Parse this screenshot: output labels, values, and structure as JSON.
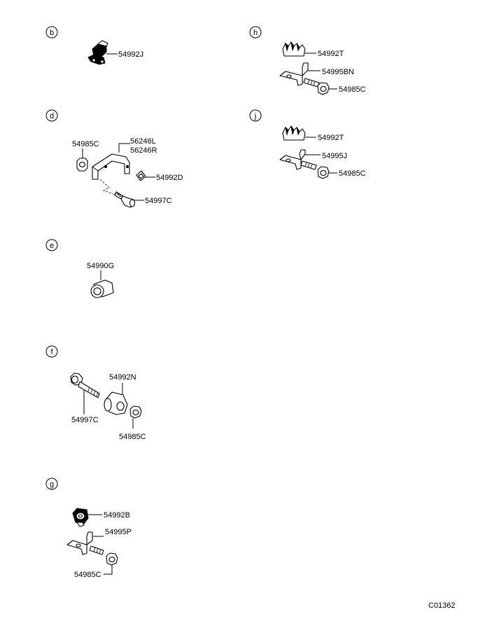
{
  "sections": {
    "b": {
      "letter": "b",
      "parts": [
        "54992J"
      ]
    },
    "d": {
      "letter": "d",
      "parts": [
        "54985C",
        "56246L",
        "56246R",
        "54992D",
        "54997C"
      ]
    },
    "e": {
      "letter": "e",
      "parts": [
        "54990G"
      ]
    },
    "f": {
      "letter": "f",
      "parts": [
        "54992N",
        "54997C",
        "54985C"
      ]
    },
    "g": {
      "letter": "g",
      "parts": [
        "54992B",
        "54995P",
        "54985C"
      ]
    },
    "h": {
      "letter": "h",
      "parts": [
        "54992T",
        "54995BN",
        "54985C"
      ]
    },
    "j": {
      "letter": "j",
      "parts": [
        "54992T",
        "54995J",
        "54985C"
      ]
    }
  },
  "diagram_code": "C01362"
}
